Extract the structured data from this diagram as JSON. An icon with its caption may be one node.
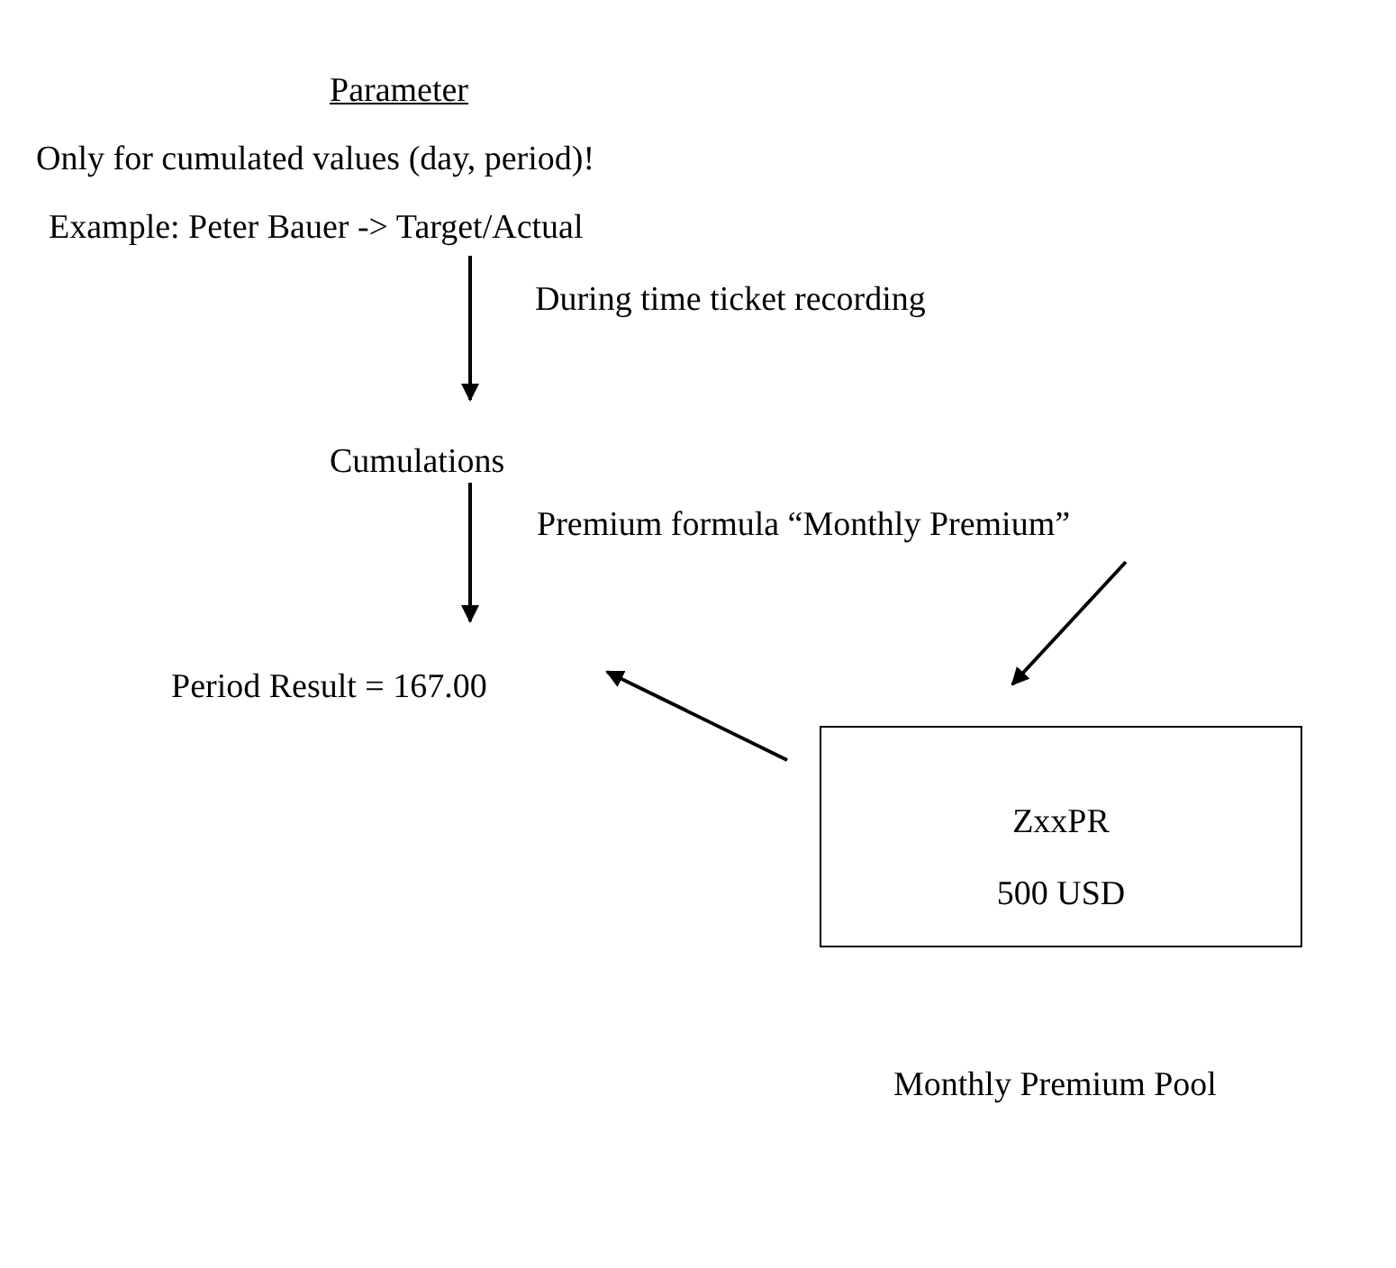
{
  "diagram": {
    "title": "Parameter",
    "nodes": [
      {
        "text": [
          "Example: Peter Bauer -> Target/Actual"
        ]
      },
      {
        "text": [
          "Cumulations"
        ]
      },
      {
        "text": [
          "Premium formula “Monthly Premium”"
        ]
      },
      {
        "text": [
          "Period Result = 167.00"
        ]
      },
      {
        "text": [
          "ZxxPR",
          "500 USD"
        ],
        "beside": [
          "Monthly Premium Pool"
        ]
      }
    ],
    "edges": [
      {
        "from": 0,
        "to": 1,
        "arrow": "to",
        "label": "During time ticket recording"
      },
      {
        "from": 1,
        "to": 3,
        "arrow": "to"
      },
      {
        "from": 2,
        "to": 4,
        "arrow": "to"
      },
      {
        "from": 4,
        "to": 3,
        "arrow": "to"
      }
    ],
    "labels": [
      "Only for cumulated values (day, period)!"
    ]
  }
}
